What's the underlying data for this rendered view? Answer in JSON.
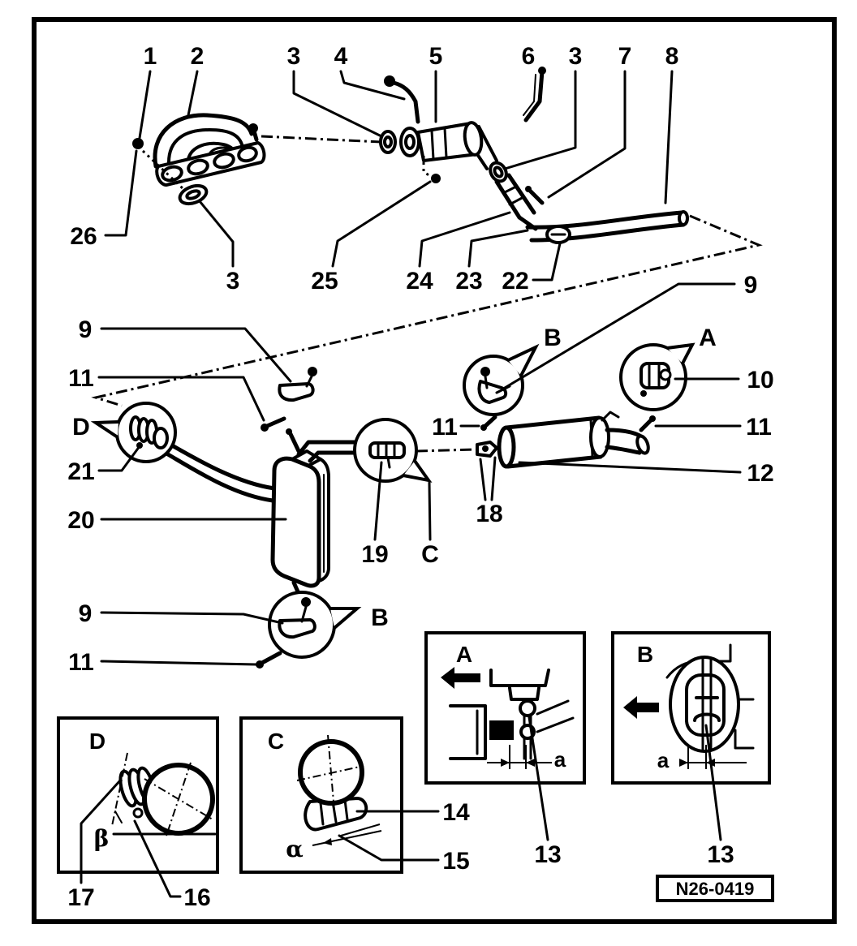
{
  "callouts_top": [
    "1",
    "2",
    "3",
    "4",
    "5",
    "6",
    "3",
    "7",
    "8"
  ],
  "callouts_upper": [
    "26",
    "3",
    "25",
    "24",
    "23",
    "22"
  ],
  "callouts_middle": [
    "9",
    "9",
    "B",
    "A",
    "10",
    "11",
    "D",
    "11",
    "11",
    "21",
    "12",
    "18",
    "20",
    "19",
    "C"
  ],
  "callouts_lower": [
    "9",
    "B",
    "11"
  ],
  "details": [
    {
      "title": "A",
      "dimension": "a",
      "callout": "13"
    },
    {
      "title": "B",
      "dimension": "a",
      "callout": "13"
    },
    {
      "title": "D",
      "angle": "β",
      "callouts": [
        "17",
        "16"
      ]
    },
    {
      "title": "C",
      "angle": "α",
      "callouts": [
        "14",
        "15"
      ]
    }
  ],
  "drawing_code": "N26-0419"
}
